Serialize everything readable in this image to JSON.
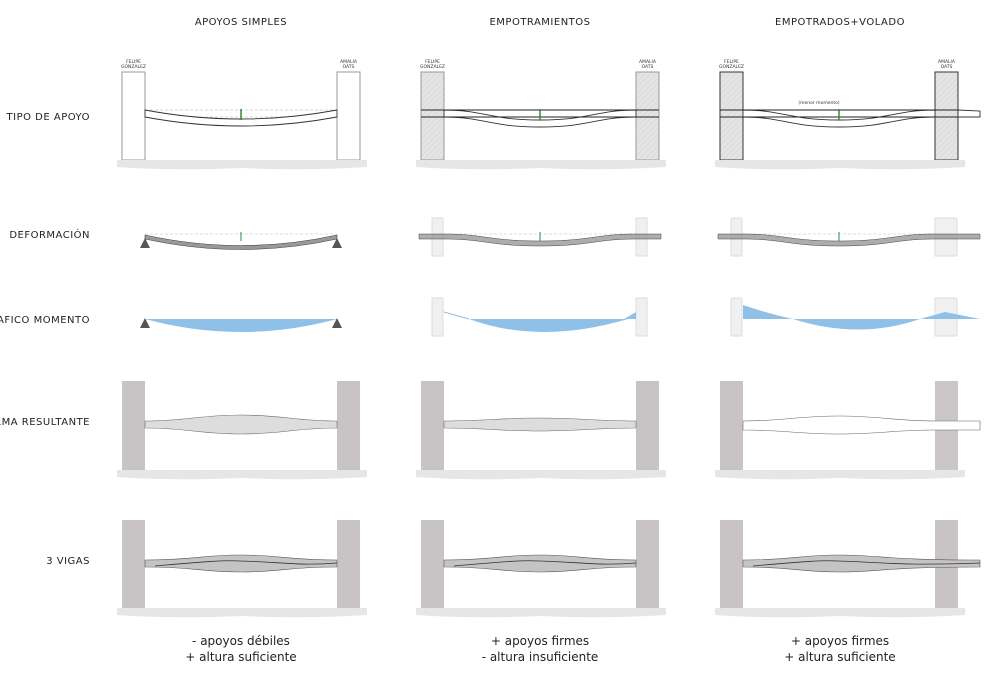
{
  "columns": [
    {
      "title": "APOYOS SIMPLES",
      "conclusion": [
        "- apoyos débiles",
        "+ altura suficiente"
      ]
    },
    {
      "title": "EMPOTRAMIENTOS",
      "conclusion": [
        "+ apoyos firmes",
        "- altura insuficiente"
      ]
    },
    {
      "title": "EMPOTRADOS+VOLADO",
      "conclusion": [
        "+ apoyos firmes",
        "+ altura suficiente"
      ]
    }
  ],
  "rows": [
    "TIPO DE APOYO",
    "DEFORMACIÓN",
    "GRAFICO MOMENTO",
    "FORMA RESULTANTE",
    "3 VIGAS"
  ],
  "support_labels": {
    "left": [
      "FELIPE",
      "GONZALEZ"
    ],
    "right": [
      "AMALIA",
      "OATS"
    ]
  },
  "annotation": "(menor momento)",
  "colors": {
    "moment": "#8ec0e8",
    "pillar": "#c8c3c4",
    "deflection_mark": "#2e8b3e",
    "ground": "#e6e6e6"
  }
}
